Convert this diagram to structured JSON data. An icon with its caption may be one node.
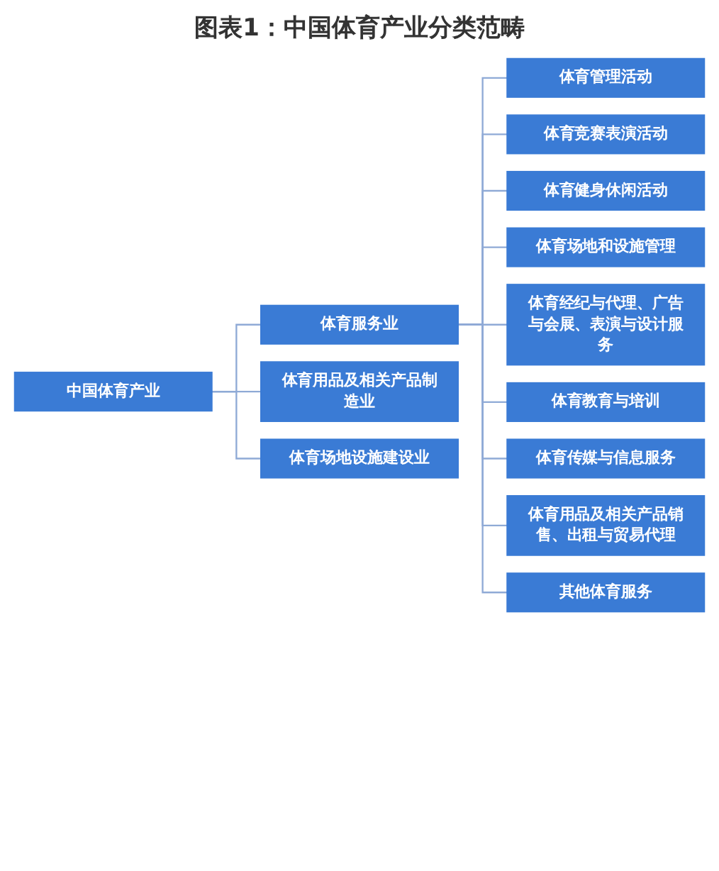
{
  "diagram": {
    "title": "图表1：中国体育产业分类范畴",
    "nodes": [
      {
        "text": [
          "中国体育产业"
        ]
      },
      {
        "text": [
          "体育服务业"
        ]
      },
      {
        "text": [
          "体育用品及相关产品制造业"
        ]
      },
      {
        "text": [
          "体育场地设施建设业"
        ]
      },
      {
        "text": [
          "体育管理活动"
        ]
      },
      {
        "text": [
          "体育竞赛表演活动"
        ]
      },
      {
        "text": [
          "体育健身休闲活动"
        ]
      },
      {
        "text": [
          "体育场地和设施管理"
        ]
      },
      {
        "text": [
          "体育经纪与代理、广告与会展、表演与设计服务"
        ]
      },
      {
        "text": [
          "体育教育与培训"
        ]
      },
      {
        "text": [
          "体育传媒与信息服务"
        ]
      },
      {
        "text": [
          "体育用品及相关产品销售、出租与贸易代理"
        ]
      },
      {
        "text": [
          "其他体育服务"
        ]
      }
    ],
    "edges": [
      {
        "from": 0,
        "to": 1,
        "arrow": "none"
      },
      {
        "from": 0,
        "to": 2,
        "arrow": "none"
      },
      {
        "from": 0,
        "to": 3,
        "arrow": "none"
      },
      {
        "from": 1,
        "to": 4,
        "arrow": "none"
      },
      {
        "from": 1,
        "to": 5,
        "arrow": "none"
      },
      {
        "from": 1,
        "to": 6,
        "arrow": "none"
      },
      {
        "from": 1,
        "to": 7,
        "arrow": "none"
      },
      {
        "from": 1,
        "to": 8,
        "arrow": "none"
      },
      {
        "from": 1,
        "to": 9,
        "arrow": "none"
      },
      {
        "from": 1,
        "to": 10,
        "arrow": "none"
      },
      {
        "from": 1,
        "to": 11,
        "arrow": "none"
      },
      {
        "from": 1,
        "to": 12,
        "arrow": "none"
      }
    ]
  }
}
